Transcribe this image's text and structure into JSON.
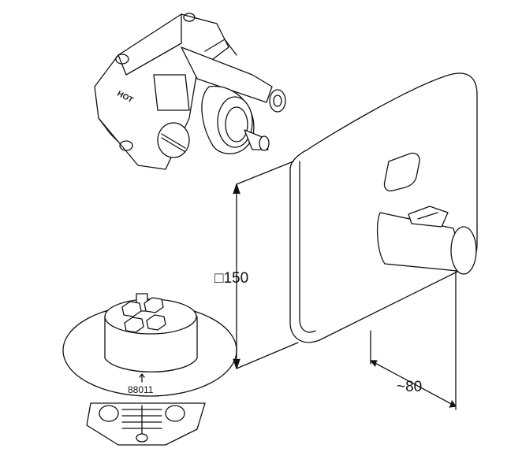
{
  "dimensions": {
    "height_label": "□150",
    "depth_label": "~80"
  },
  "parts": {
    "cartridge_number": "88011",
    "valve_marking": "HOT"
  }
}
